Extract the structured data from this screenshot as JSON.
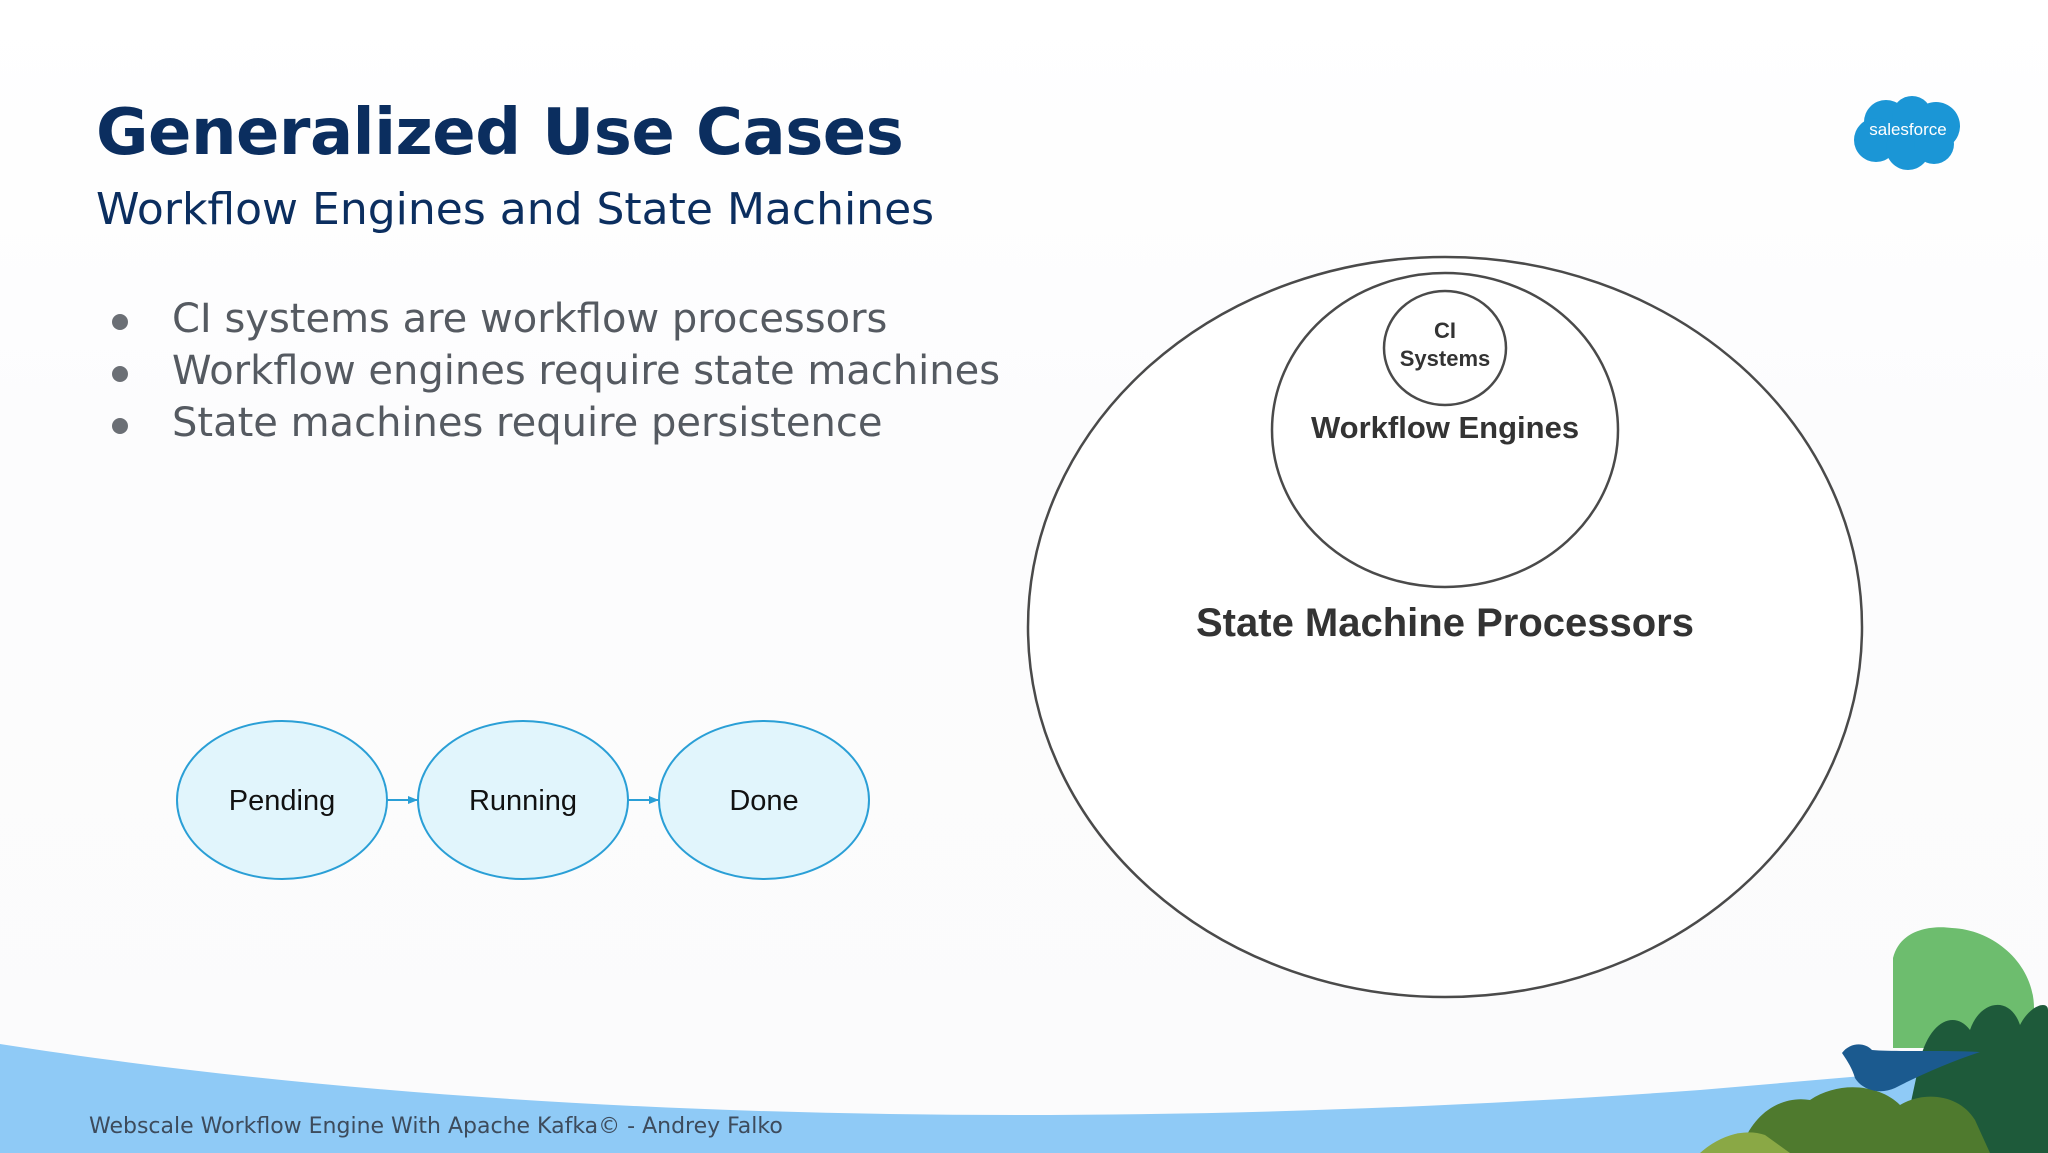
{
  "slide": {
    "title": "Generalized Use Cases",
    "subtitle": "Workflow Engines and State Machines",
    "bullets": [
      "CI systems are workflow processors",
      "Workflow engines require state machines",
      "State machines require persistence"
    ],
    "footer": "Webscale Workflow Engine With Apache Kafka© - Andrey Falko",
    "logo_text": "salesforce"
  },
  "state_flow": {
    "states": [
      "Pending",
      "Running",
      "Done"
    ],
    "node_fill": "#e1f5fc",
    "node_stroke": "#2a9fd6"
  },
  "venn": {
    "outer": "State Machine Processors",
    "middle": "Workflow Engines",
    "inner_line1": "CI",
    "inner_line2": "Systems"
  },
  "colors": {
    "title": "#0b2e5f",
    "body_text": "#555a61",
    "wave": "#8fcaf6",
    "brand": "#1b96d6"
  }
}
